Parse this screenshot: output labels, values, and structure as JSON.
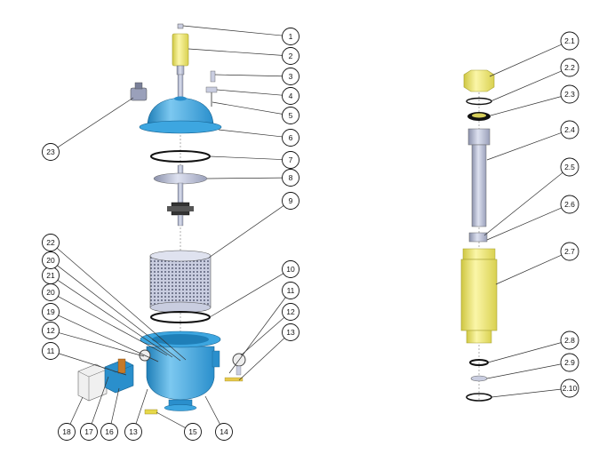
{
  "colors": {
    "body_blue": "#3da6e0",
    "body_blue_dark": "#1f7fb8",
    "body_blue_light": "#7cc8f0",
    "brass_yellow": "#f2ec7a",
    "brass_yellow_dark": "#cfc742",
    "steel_grey": "#b9bfd6",
    "steel_grey_dark": "#8a90aa",
    "gasket_black": "#111111",
    "terminal_box": "#eaeaea"
  },
  "labels_main": [
    "1",
    "2",
    "3",
    "4",
    "5",
    "6",
    "7",
    "8",
    "9",
    "10",
    "11",
    "12",
    "13",
    "14",
    "15",
    "16",
    "17",
    "18",
    "19",
    "20",
    "21",
    "20",
    "22",
    "23",
    "12",
    "11",
    "13"
  ],
  "labels_detail": [
    "2.1",
    "2.2",
    "2.3",
    "2.4",
    "2.5",
    "2.6",
    "2.7",
    "2.8",
    "2.9",
    "2.10"
  ]
}
